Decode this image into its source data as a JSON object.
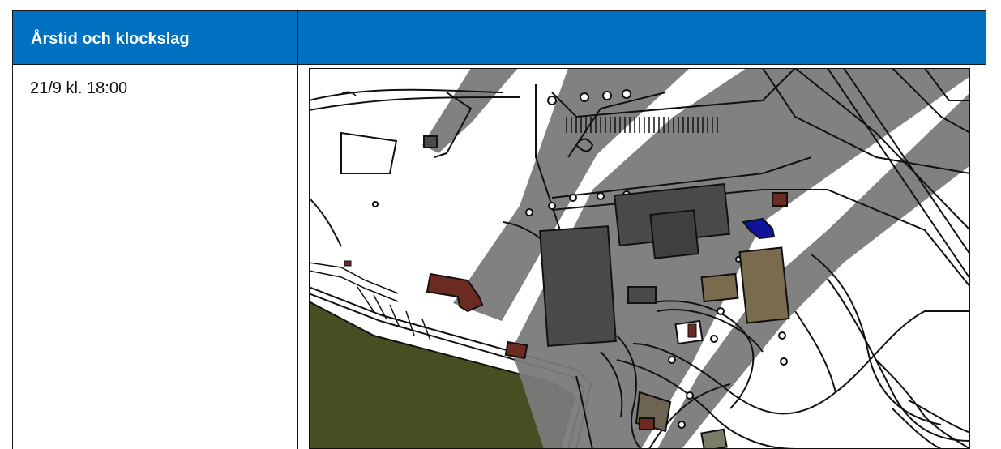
{
  "table": {
    "header_left": "Årstid och klockslag",
    "header_right": "",
    "rows": [
      {
        "time": "21/9 kl. 18:00",
        "image": "shadow-study-site-plan"
      }
    ]
  },
  "colors": {
    "header_bg": "#0070c0",
    "shadow": "#7a7a7a",
    "field": "#454f22",
    "building_red": "#6b2a22",
    "building_tan": "#7a6a4e",
    "building_blue": "#10149a",
    "building_dark": "#4a4a48"
  }
}
